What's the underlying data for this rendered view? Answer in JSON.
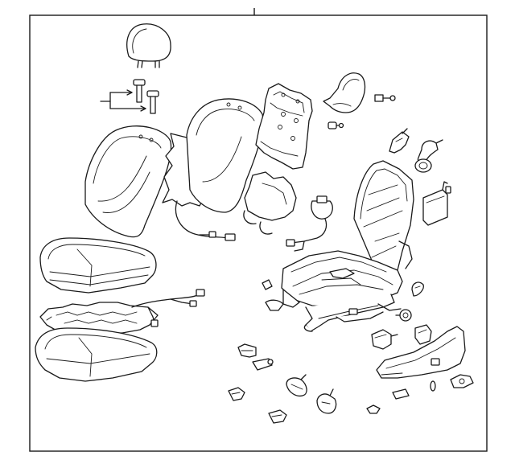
{
  "diagram": {
    "colors": {
      "line": "#1a1a1a",
      "background": "#ffffff"
    },
    "parts": [
      "headrest",
      "headrest-guide-pins",
      "seatback-cover",
      "seatback-pad",
      "seatback-board",
      "seatback-heater",
      "side-airbag-cover",
      "seat-frame-assembly",
      "cushion-pad",
      "cushion-cover",
      "cushion-heater",
      "outer-shield",
      "side-cover",
      "clips-and-bolts"
    ]
  }
}
